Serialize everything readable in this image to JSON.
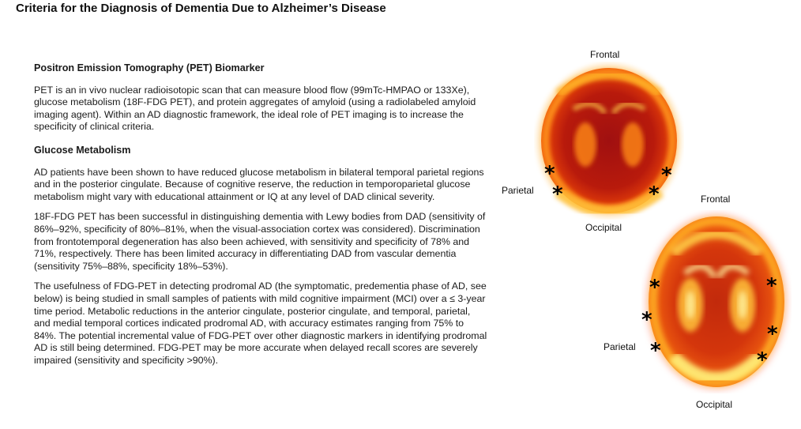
{
  "title": "Criteria for the Diagnosis of Dementia Due to Alzheimer’s Disease",
  "section1": {
    "heading": "Positron Emission Tomography (PET) Biomarker",
    "paragraph": "PET is an in vivo nuclear radioisotopic scan that can measure blood flow (99mTc-HMPAO or 133Xe), glucose metabolism (18F-FDG PET), and protein aggregates of amyloid (using a radiolabeled amyloid imaging agent). Within an AD diagnostic framework, the ideal role of PET imaging is to increase the specificity of clinical criteria."
  },
  "section2": {
    "heading": "Glucose Metabolism",
    "paragraphs": [
      "AD patients have been shown to have reduced glucose metabolism in bilateral temporal parietal regions and in the posterior cingulate. Because of cognitive reserve, the reduction in temporoparietal glucose metabolism might vary with educational attainment or IQ at any level of DAD clinical severity.",
      "18F-FDG PET has been successful in distinguishing dementia with Lewy bodies from DAD (sensitivity of 86%–92%, specificity of 80%–81%, when the visual-association cortex was considered). Discrimination from frontotemporal degeneration has also been achieved, with sensitivity and specificity of 78% and 71%, respectively. There has been limited accuracy in differentiating DAD from vascular dementia (sensitivity 75%–88%, specificity 18%–53%).",
      "The usefulness of FDG-PET in detecting prodromal AD (the symptomatic, predementia phase of AD, see below) is being studied in small samples of patients with mild cognitive impairment (MCI) over a ≤ 3-year time period. Metabolic reductions in the anterior cingulate, posterior cingulate, and temporal, parietal, and medial temporal cortices indicated prodromal AD, with accuracy estimates ranging from 75% to 84%. The potential incremental value of FDG-PET over other diagnostic markers in identifying prodromal AD is still being determined. FDG-PET may be more accurate when delayed recall scores are severely impaired (sensitivity and specificity >90%)."
    ]
  },
  "figure": {
    "scan1": {
      "frontal": "Frontal",
      "parietal": "Parietal",
      "occipital": "Occipital",
      "marker": "*"
    },
    "scan2": {
      "frontal": "Frontal",
      "parietal": "Parietal",
      "occipital": "Occipital",
      "marker": "*"
    },
    "colors": {
      "dark": "#8a0d0d",
      "mid": "#e5400a",
      "bright": "#ffa51a",
      "hot": "#fff4a0"
    }
  }
}
